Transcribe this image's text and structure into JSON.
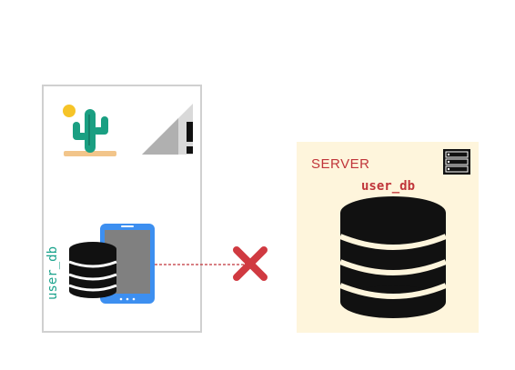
{
  "server": {
    "label": "SERVER",
    "db_label": "user_db"
  },
  "client": {
    "db_label": "user_db"
  },
  "icons": {
    "cactus": "cactus-icon",
    "signal": "no-signal-icon",
    "server_rack": "server-rack-icon",
    "phone": "smartphone-icon",
    "client_db": "database-icon",
    "server_db": "database-icon",
    "disconnected": "x-icon"
  },
  "colors": {
    "server_bg": "#fef5dc",
    "server_text": "#c0353a",
    "client_label": "#1aa38c",
    "x_mark": "#d03a41",
    "link": "#c0353a",
    "phone_frame": "#3d8ff0"
  }
}
